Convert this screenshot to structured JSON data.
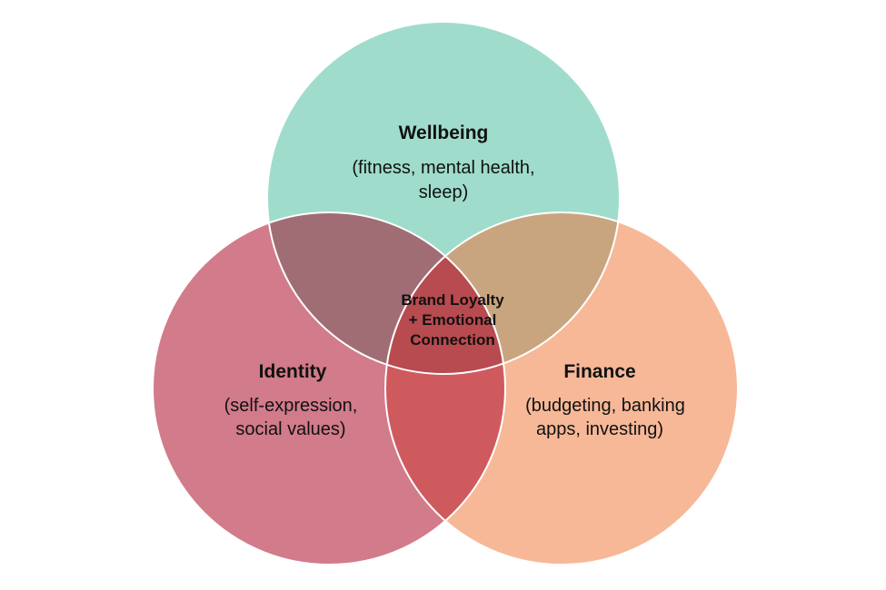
{
  "diagram": {
    "wellbeing": {
      "title": "Wellbeing",
      "desc_line1": "(fitness, mental health,",
      "desc_line2": "sleep)",
      "color": "#9FDCCC"
    },
    "identity": {
      "title": "Identity",
      "desc_line1": "(self-expression,",
      "desc_line2": "social values)",
      "color": "#D27B8B"
    },
    "finance": {
      "title": "Finance",
      "desc_line1": "(budgeting, banking",
      "desc_line2": "apps, investing)",
      "color": "#F7B898"
    },
    "center": {
      "line1": "Brand Loyalty",
      "line2": "+ Emotional",
      "line3": "Connection"
    },
    "overlap_colors": {
      "wellbeing_identity": "#A06D75",
      "wellbeing_finance": "#C9A57F",
      "identity_finance": "#CF5A5E",
      "all_three": "#B84B4F"
    }
  }
}
